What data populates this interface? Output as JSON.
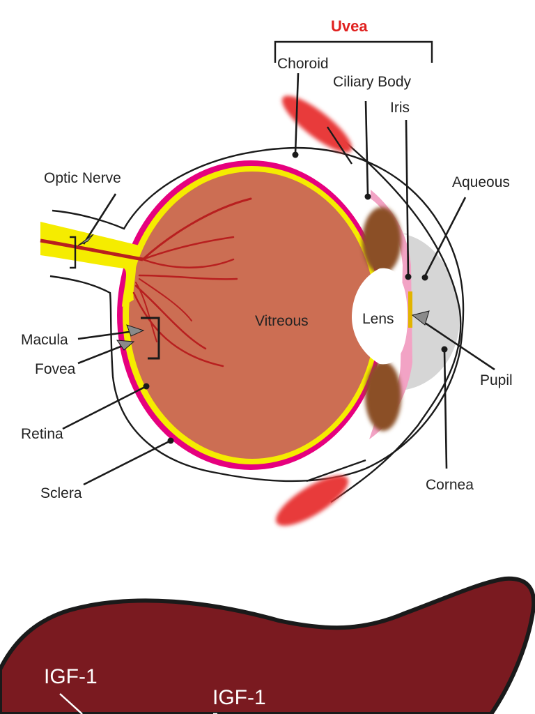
{
  "eye_diagram": {
    "bracket_title": "Uvea",
    "labels": {
      "choroid": "Choroid",
      "ciliary_body": "Ciliary Body",
      "iris": "Iris",
      "aqueous": "Aqueous",
      "optic_nerve": "Optic Nerve",
      "vitreous": "Vitreous",
      "lens": "Lens",
      "macula": "Macula",
      "fovea": "Fovea",
      "pupil": "Pupil",
      "retina": "Retina",
      "sclera": "Sclera",
      "cornea": "Cornea"
    },
    "colors": {
      "vitreous": "#cc6e53",
      "retina": "#f5ec00",
      "choroid": "#e6007e",
      "ciliary_body": "#8b5028",
      "iris_pink": "#f2a3c5",
      "aqueous": "#d6d6d6",
      "muscle": "#e83a3a",
      "vessel": "#b81f1f"
    }
  },
  "liver_diagram": {
    "labels": [
      "IGF-1",
      "IGF-1"
    ],
    "colors": {
      "fill": "#7a1a20"
    }
  }
}
